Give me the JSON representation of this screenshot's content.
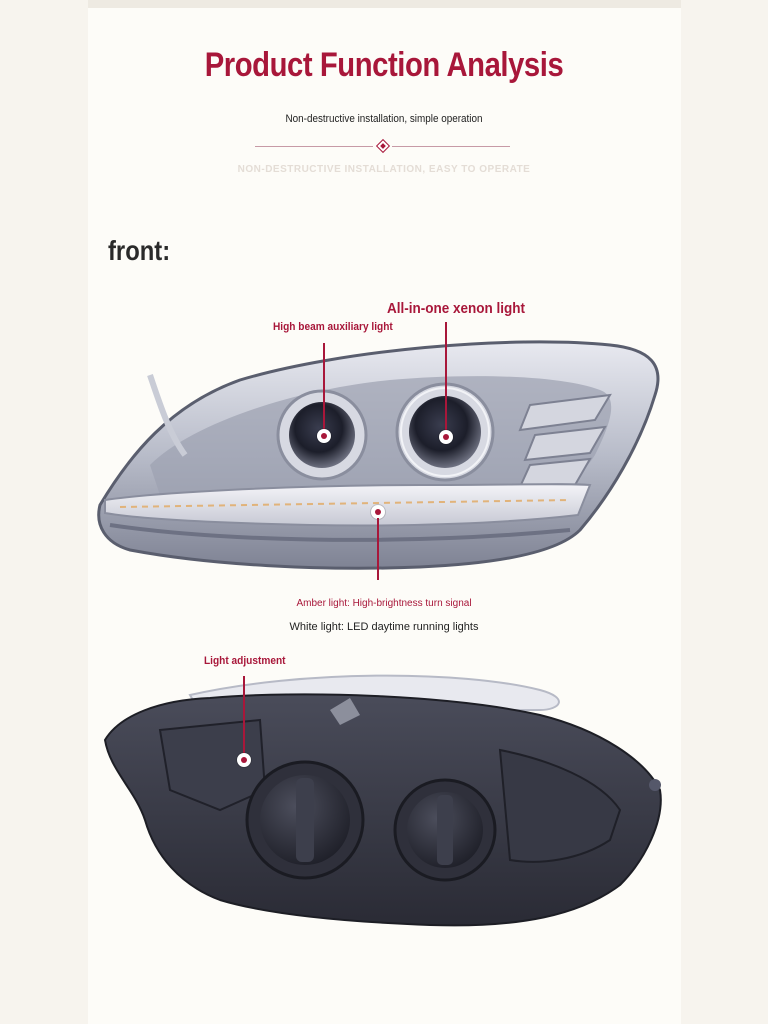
{
  "header": {
    "title": "Product Function Analysis",
    "subtitle": "Non-destructive installation, simple operation",
    "ghost_subtitle": "NON-DESTRUCTIVE INSTALLATION, EASY TO OPERATE"
  },
  "front_section": {
    "heading": "front:",
    "callouts": {
      "xenon": "All-in-one xenon light",
      "high_beam": "High beam auxiliary light",
      "amber": "Amber light: High-brightness turn signal",
      "white": "White light: LED daytime running lights"
    }
  },
  "back_section": {
    "callouts": {
      "adjustment": "Light adjustment"
    }
  },
  "colors": {
    "accent": "#a8173a",
    "background": "#fdfcf8"
  }
}
